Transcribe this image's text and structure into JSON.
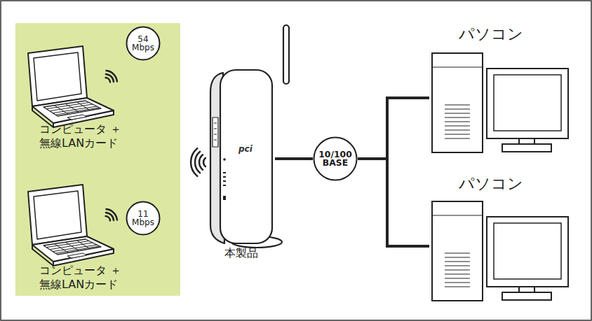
{
  "diagram": {
    "nodes": [
      {
        "text": [
          "コンピュータ ＋無線LANカード"
        ]
      },
      {
        "text": [
          "54 Mbps"
        ]
      },
      {
        "text": [
          "コンピュータ ＋無線LANカード"
        ]
      },
      {
        "text": [
          "11 Mbps"
        ]
      },
      {
        "text": [
          "本製品"
        ]
      },
      {
        "text": [
          "10/100 BASE"
        ]
      },
      {
        "text": [
          "パソコン"
        ]
      },
      {
        "text": [
          "パソコン"
        ]
      }
    ],
    "edges": [
      {
        "from": 4,
        "to": 5,
        "arrow": "none"
      },
      {
        "from": 5,
        "to": 6,
        "arrow": "none"
      },
      {
        "from": 5,
        "to": 7,
        "arrow": "none"
      }
    ],
    "labels": [
      "pci"
    ]
  }
}
